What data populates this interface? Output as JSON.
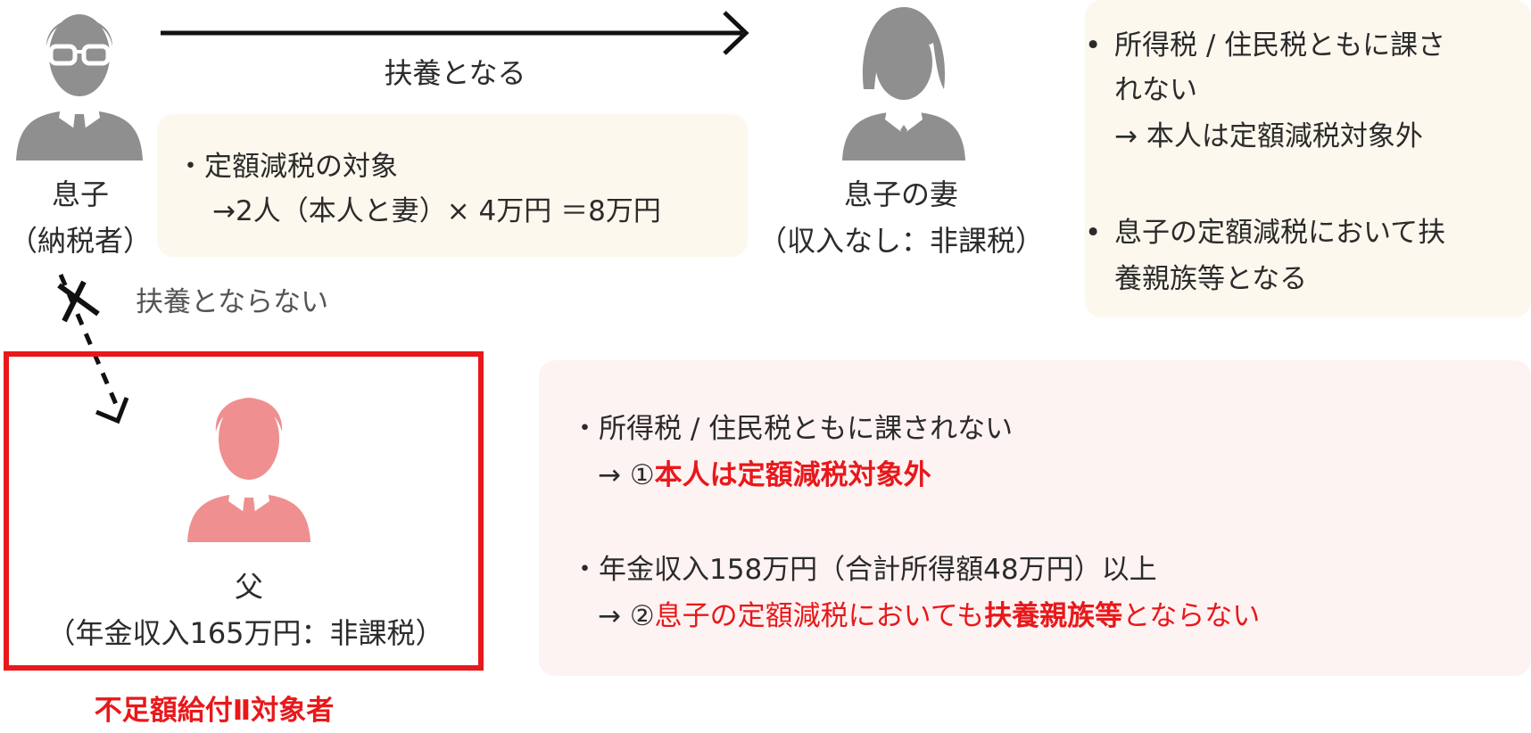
{
  "son": {
    "name": "息子",
    "role": "（納税者）"
  },
  "wife": {
    "name": "息子の妻",
    "status": "（収入なし：非課税）"
  },
  "father": {
    "name": "父",
    "status": "（年金収入165万円：非課税）",
    "caption": "不足額給付Ⅱ対象者"
  },
  "arrows": {
    "to_wife": "扶養となる",
    "to_father": "扶養とならない"
  },
  "son_box": {
    "line1": "・定額減税の対象",
    "line2": "→2人（本人と妻）× 4万円 ＝8万円"
  },
  "wife_box": {
    "bullet": "•",
    "b1_line1": "所得税 / 住民税ともに課さ",
    "b1_line2": "れない",
    "b1_line3": "→ 本人は定額減税対象外",
    "b2_line1": "息子の定額減税において扶",
    "b2_line2": "養親族等となる"
  },
  "father_box": {
    "b1_line1": "・所得税 / 住民税ともに課されない",
    "b1_prefix": "→ ①",
    "b1_red": "本人は定額減税対象外",
    "b2_line1": "・年金収入158万円（合計所得額48万円）以上",
    "b2_prefix": "→ ②",
    "b2_red_a": "息子の定額減税においても",
    "b2_red_b": "扶養親族等",
    "b2_red_c": "とならない"
  },
  "colors": {
    "person_gray": "#8f8f8f",
    "person_pink": "#ef8f8f",
    "accent_red": "#e8181b",
    "cream_bg": "#fdf8ee",
    "pink_bg": "#fdf3f2"
  }
}
